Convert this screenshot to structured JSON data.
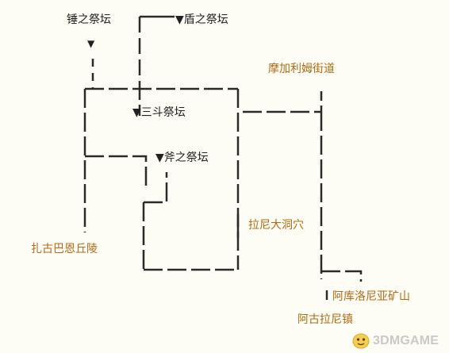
{
  "map": {
    "labels": {
      "hammer_altar": "锤之祭坛",
      "shield_altar": "▼盾之祭坛",
      "sandou_altar": "▼三斗祭坛",
      "axe_altar": "▼斧之祭坛",
      "magaliamu_street": "摩加利姆街道",
      "zhagubaen_hills": "扎古巴恩丘陵",
      "lani_cave": "拉尼大洞穴",
      "akulonia_mine": "阿库洛尼亚矿山",
      "akulani_town": "阿古拉尼镇"
    },
    "marker_glyph": "▼",
    "colors": {
      "background": "#fefdf5",
      "line": "#2a2a2a",
      "altar_text": "#222222",
      "location_text": "#b06a12"
    }
  },
  "watermark": {
    "text": "3DMGAME"
  }
}
